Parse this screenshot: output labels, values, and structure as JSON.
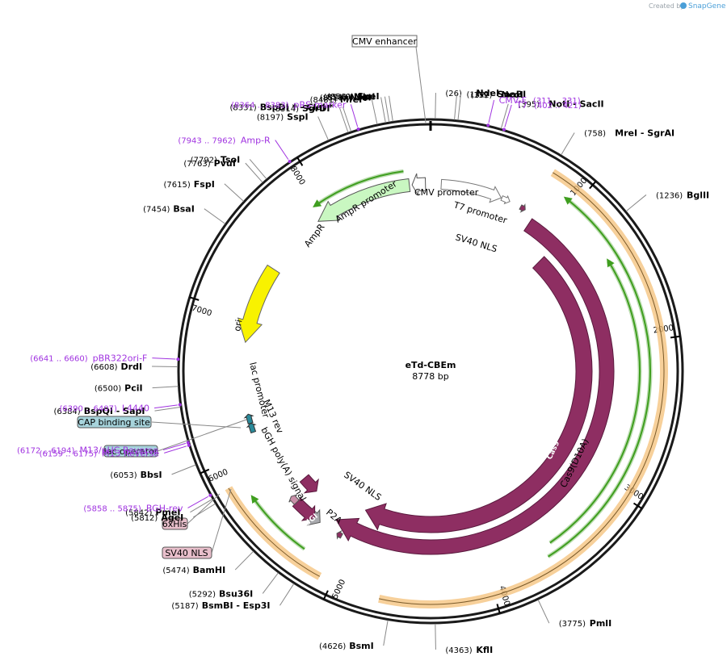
{
  "credit": {
    "prefix": "Created by",
    "brand": "SnapGene"
  },
  "plasmid": {
    "name": "eTd-CBEm",
    "size_label": "8778 bp",
    "length": 8778
  },
  "ticks": [
    {
      "pos": 1000,
      "label": "1000"
    },
    {
      "pos": 2000,
      "label": "2000"
    },
    {
      "pos": 3000,
      "label": "3000"
    },
    {
      "pos": 4000,
      "label": "4000"
    },
    {
      "pos": 5000,
      "label": "5000"
    },
    {
      "pos": 6000,
      "label": "6000"
    },
    {
      "pos": 7000,
      "label": "7000"
    },
    {
      "pos": 8000,
      "label": "8000"
    }
  ],
  "sites": [
    {
      "name": "NdeI",
      "pos": 26,
      "pos_label": "(26)"
    },
    {
      "name": "SnaBI",
      "pos": 132,
      "pos_label": "(132)"
    },
    {
      "name": "NcoI",
      "pos": 152,
      "pos_label": "(152)"
    },
    {
      "name": "NotI  - SacII",
      "pos": 395,
      "pos_label": "(395)"
    },
    {
      "name": "MreI  - SgrAI",
      "pos": 758,
      "pos_label": "(758)"
    },
    {
      "name": "BglII",
      "pos": 1236,
      "pos_label": "(1236)"
    },
    {
      "name": "PmlI",
      "pos": 3775,
      "pos_label": "(3775)"
    },
    {
      "name": "KflI",
      "pos": 4363,
      "pos_label": "(4363)"
    },
    {
      "name": "BsmI",
      "pos": 4626,
      "pos_label": "(4626)"
    },
    {
      "name": "BsmBI  - Esp3I",
      "pos": 5187,
      "pos_label": "(5187)"
    },
    {
      "name": "Bsu36I",
      "pos": 5292,
      "pos_label": "(5292)"
    },
    {
      "name": "BamHI",
      "pos": 5474,
      "pos_label": "(5474)"
    },
    {
      "name": "AgeI",
      "pos": 5812,
      "pos_label": "(5812)"
    },
    {
      "name": "PmeI",
      "pos": 5842,
      "pos_label": "(5842)"
    },
    {
      "name": "BbsI",
      "pos": 6053,
      "pos_label": "(6053)"
    },
    {
      "name": "BspQI  - SapI",
      "pos": 6384,
      "pos_label": "(6384)"
    },
    {
      "name": "PciI",
      "pos": 6500,
      "pos_label": "(6500)"
    },
    {
      "name": "DrdI",
      "pos": 6608,
      "pos_label": "(6608)"
    },
    {
      "name": "BsaI",
      "pos": 7454,
      "pos_label": "(7454)"
    },
    {
      "name": "FspI",
      "pos": 7615,
      "pos_label": "(7615)"
    },
    {
      "name": "PvuI",
      "pos": 7763,
      "pos_label": "(7763)"
    },
    {
      "name": "TsoI",
      "pos": 7792,
      "pos_label": "(7792)"
    },
    {
      "name": "SspI",
      "pos": 8197,
      "pos_label": "(8197)"
    },
    {
      "name": "SgrDI",
      "pos": 8314,
      "pos_label": "(8314)"
    },
    {
      "name": "BspDI *  - ClaI *",
      "pos": 8331,
      "pos_label": "(8331)"
    },
    {
      "name": "MfeI",
      "pos": 8481,
      "pos_label": "(8481)"
    },
    {
      "name": "NruI",
      "pos": 8528,
      "pos_label": "(8528)"
    },
    {
      "name": "MluI",
      "pos": 8548,
      "pos_label": "(8548)"
    },
    {
      "name": "SpeI",
      "pos": 8569,
      "pos_label": "(8569)"
    }
  ],
  "primers": [
    {
      "name": "CMV-F",
      "pos_label": "(311 .. 331)",
      "pos": 321
    },
    {
      "name": "T7",
      "pos_label": "(402 .. 421)",
      "pos": 412
    },
    {
      "name": "BGH-rev",
      "pos_label": "(5858 .. 5875)",
      "pos": 5866
    },
    {
      "name": "M13 Reverse",
      "pos_label": "(6159 .. 6175)",
      "pos": 6167
    },
    {
      "name": "M13/pUC Reverse",
      "pos_label": "(6172 .. 6194)",
      "pos": 6183
    },
    {
      "name": "L4440",
      "pos_label": "(6390 .. 6407)",
      "pos": 6398
    },
    {
      "name": "pBR322ori-F",
      "pos_label": "(6641 .. 6660)",
      "pos": 6650
    },
    {
      "name": "Amp-R",
      "pos_label": "(7943 .. 7962)",
      "pos": 7952
    },
    {
      "name": "pRS-marker",
      "pos_label": "(8364 .. 8383)",
      "pos": 8373
    }
  ],
  "boxed_features": [
    {
      "name": "CMV enhancer"
    },
    {
      "name": "CAP binding site"
    },
    {
      "name": "lac operator"
    },
    {
      "name": "6xHis"
    },
    {
      "name": "SV40 NLS"
    }
  ],
  "features": {
    "cmv_promoter": "CMV promoter",
    "t7_promoter": "T7 promoter",
    "sv40_nls_top": "SV40 NLS",
    "cas9": "Cas9",
    "cas9_d10a": "Cas9(D10A)",
    "sv40_nls_bottom": "SV40 NLS",
    "p2a": "P2A",
    "ugi_1": "UGI",
    "ugi_2": "UGI",
    "bgh_polya": "bGH poly(A) signal",
    "m13_rev": "M13 rev",
    "lac_promoter": "lac promoter",
    "ori": "ori",
    "ampr": "AmpR",
    "ampr_promoter": "AmpR promoter"
  },
  "colors": {
    "cas9": "#8e2e62",
    "orf": "#f4c078",
    "orf_green": "#3f9e1f",
    "ampr": "#c9f7c1",
    "ori": "#f8f200",
    "promoter": "#ffffff",
    "primer": "#a033e0",
    "box_blue": "#a7d4dc",
    "box_pink": "#e8bfcb",
    "polya": "#a9aaae"
  }
}
